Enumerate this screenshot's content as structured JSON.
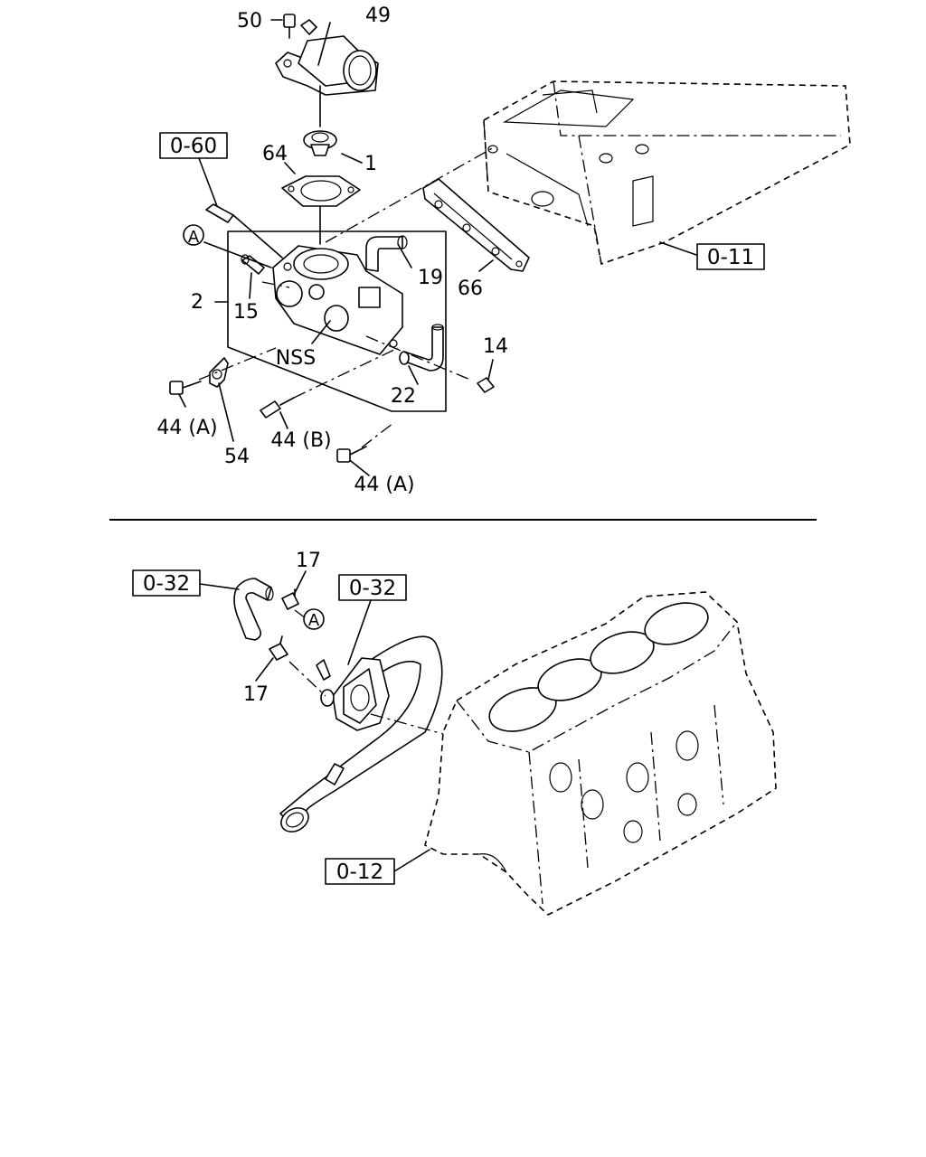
{
  "upper": {
    "labels": {
      "p50": "50",
      "p49": "49",
      "p1": "1",
      "p64": "64",
      "p19": "19",
      "p66": "66",
      "p2": "2",
      "p15": "15",
      "nss": "NSS",
      "p14": "14",
      "p22": "22",
      "p44a_left": "44 (A)",
      "p54": "54",
      "p44b": "44 (B)",
      "p44a_bottom": "44 (A)"
    },
    "refs": {
      "r060": "0-60",
      "r011": "0-11"
    },
    "marker": "A"
  },
  "lower": {
    "labels": {
      "p17_top": "17",
      "p17_bottom": "17"
    },
    "refs": {
      "r032_left": "0-32",
      "r032_center": "0-32",
      "r012": "0-12"
    },
    "marker": "A"
  }
}
